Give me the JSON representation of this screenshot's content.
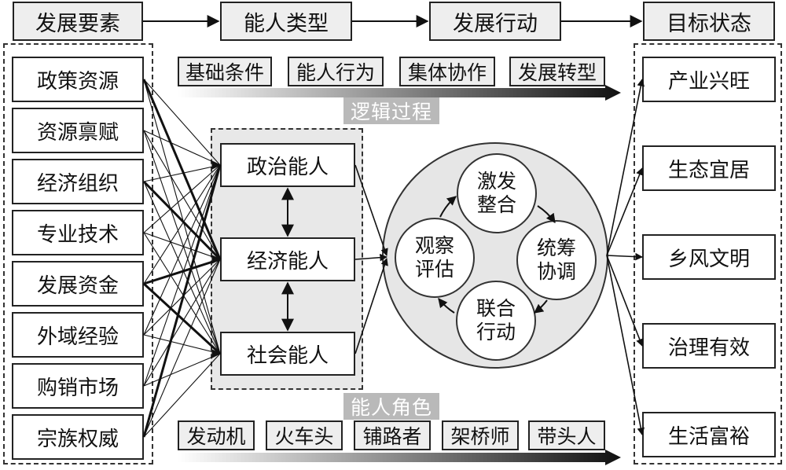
{
  "headers": {
    "elements": "发展要素",
    "types": "能人类型",
    "actions": "发展行动",
    "targets": "目标状态"
  },
  "factors": [
    "政策资源",
    "资源禀赋",
    "经济组织",
    "专业技术",
    "发展资金",
    "外域经验",
    "购销市场",
    "宗族权威"
  ],
  "talent_types": [
    "政治能人",
    "经济能人",
    "社会能人"
  ],
  "logic_steps": [
    "基础条件",
    "能人行为",
    "集体协作",
    "发展转型"
  ],
  "logic_label": "逻辑过程",
  "roles": [
    "发动机",
    "火车头",
    "铺路者",
    "架桥师",
    "带头人"
  ],
  "role_label": "能人角色",
  "cycle": {
    "top": [
      "激发",
      "整合"
    ],
    "right": [
      "统筹",
      "协调"
    ],
    "bottom": [
      "联合",
      "行动"
    ],
    "left": [
      "观察",
      "评估"
    ]
  },
  "targets": [
    "产业兴旺",
    "生态宜居",
    "乡风文明",
    "治理有效",
    "生活富裕"
  ]
}
